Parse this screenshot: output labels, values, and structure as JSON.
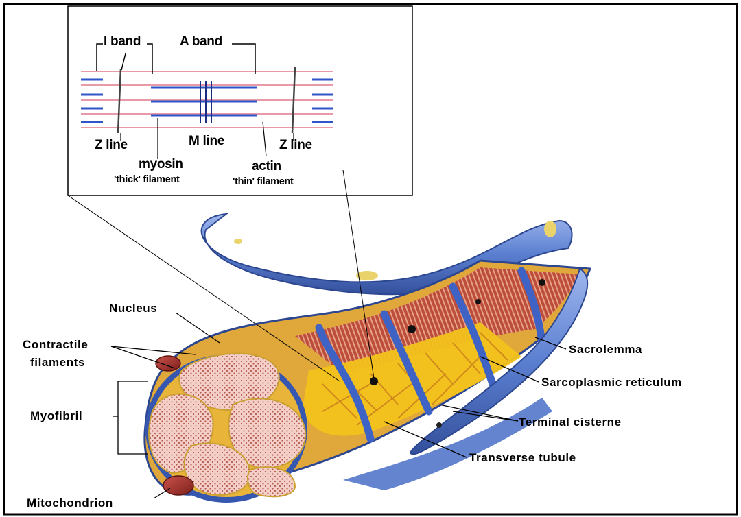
{
  "inset": {
    "i_band": "I band",
    "a_band": "A band",
    "z_line_left": "Z line",
    "m_line": "M line",
    "z_line_right": "Z line",
    "myosin": "myosin",
    "thick_filament": "'thick' filament",
    "actin": "actin",
    "thin_filament": "'thin' filament"
  },
  "labels": {
    "nucleus": "Nucleus",
    "contractile_line1": "Contractile",
    "contractile_line2": "filaments",
    "myofibril": "Myofibril",
    "mitochondrion": "Mitochondrion",
    "sacrolemma": "Sacrolemma",
    "sarcoplasmic_reticulum": "Sarcoplasmic reticulum",
    "terminal_cisterne": "Terminal cisterne",
    "transverse_tubule": "Transverse tubule"
  },
  "colors": {
    "membrane_blue": "#5b7fd0",
    "sarcoplasmic_yellow": "#f2c21b",
    "myofibril_pink": "#f1c3bb",
    "muscle_red": "#a8332c",
    "actin_pink": "#e89aa8",
    "myosin_blue": "#2f56c8"
  }
}
